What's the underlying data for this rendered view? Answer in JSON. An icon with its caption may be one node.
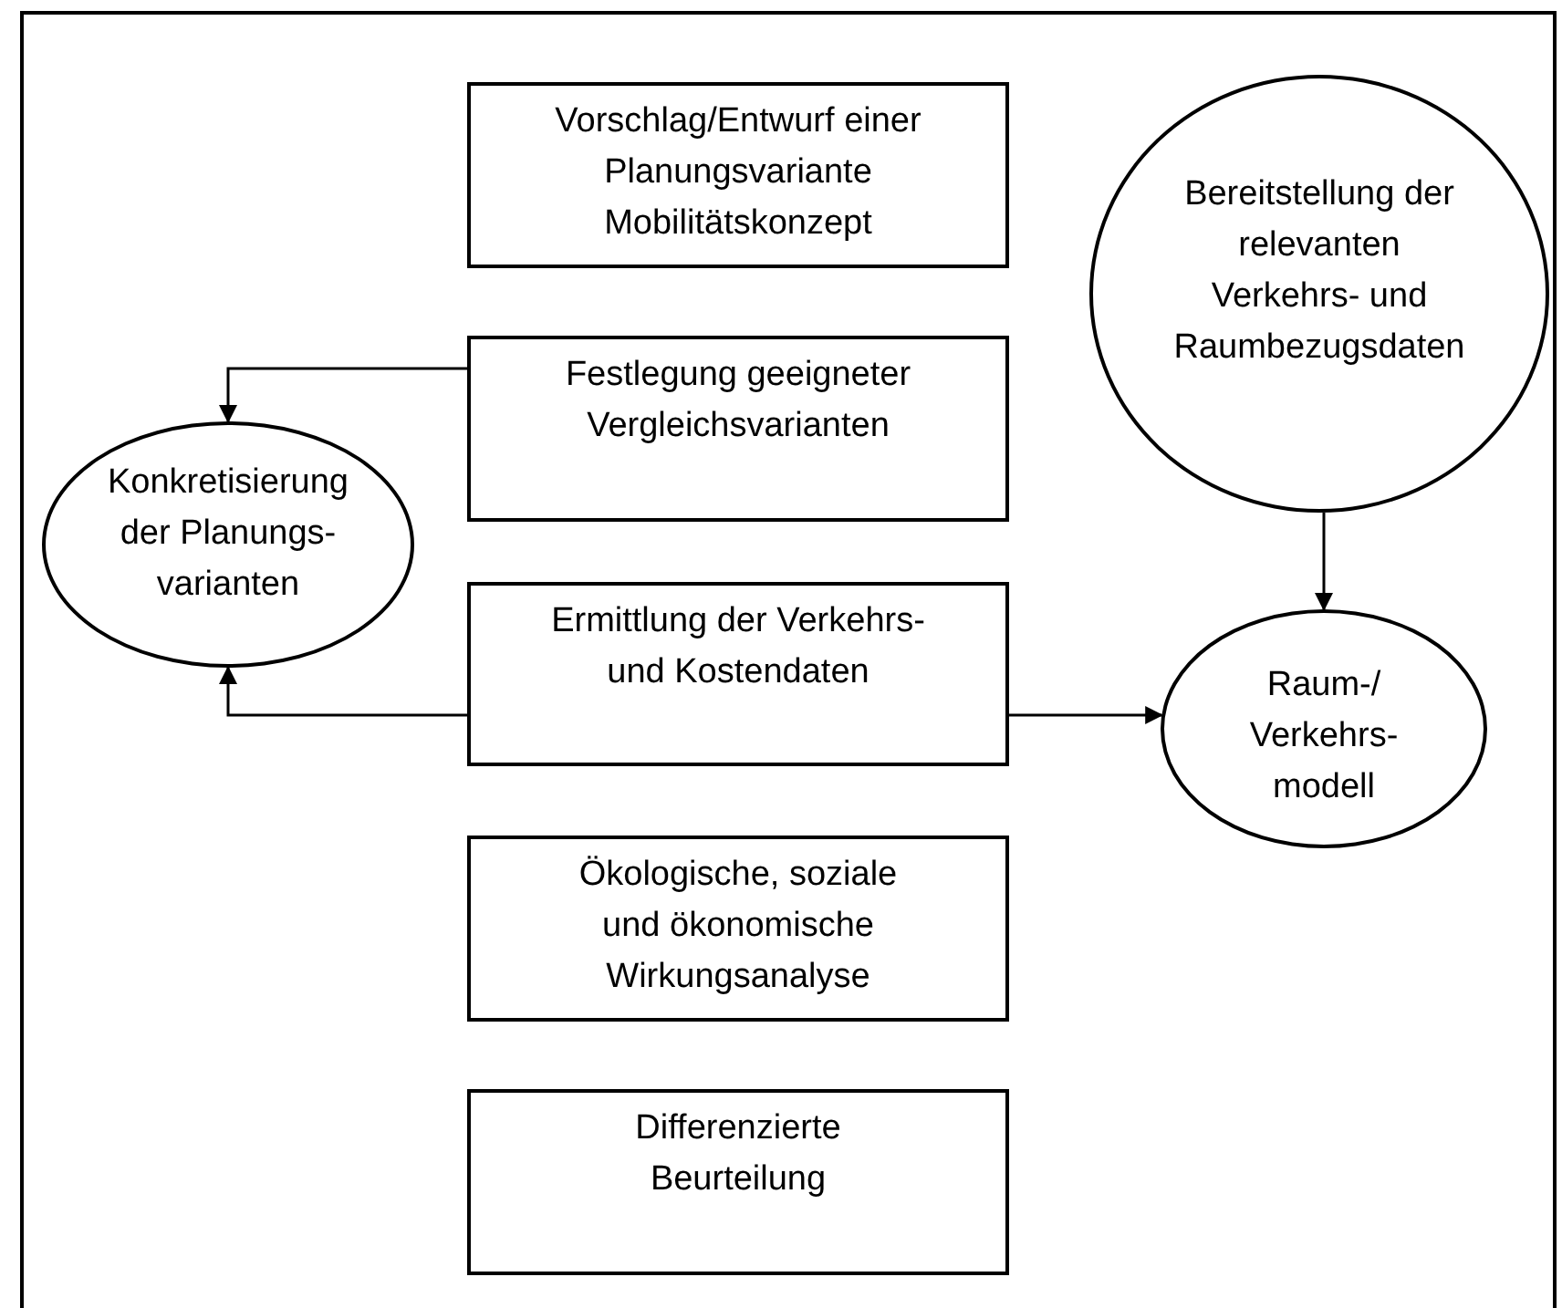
{
  "diagram": {
    "nodes": [
      {
        "text": [
          "Vorschlag/Entwurf einer Planungsvariante Mobilitätskonzept"
        ]
      },
      {
        "text": [
          "Festlegung geeigneter Vergleichsvarianten"
        ]
      },
      {
        "text": [
          "Ermittlung der Verkehrs- und Kostendaten"
        ]
      },
      {
        "text": [
          "Ökologische, soziale und ökonomische Wirkungsanalyse"
        ]
      },
      {
        "text": [
          "Differenzierte Beurteilung"
        ]
      },
      {
        "text": [
          "Bereitstellung der relevanten Verkehrs- und Raumbezugsdaten"
        ]
      },
      {
        "text": [
          "Konkretisierung der Planungs-varianten"
        ]
      },
      {
        "text": [
          "Raum-/ Verkehrs-modell"
        ]
      }
    ],
    "edges": [
      {
        "from": 1,
        "to": 6,
        "arrow": "to"
      },
      {
        "from": 2,
        "to": 6,
        "arrow": "to"
      },
      {
        "from": 2,
        "to": 7,
        "arrow": "to"
      },
      {
        "from": 5,
        "to": 7,
        "arrow": "to"
      }
    ]
  }
}
